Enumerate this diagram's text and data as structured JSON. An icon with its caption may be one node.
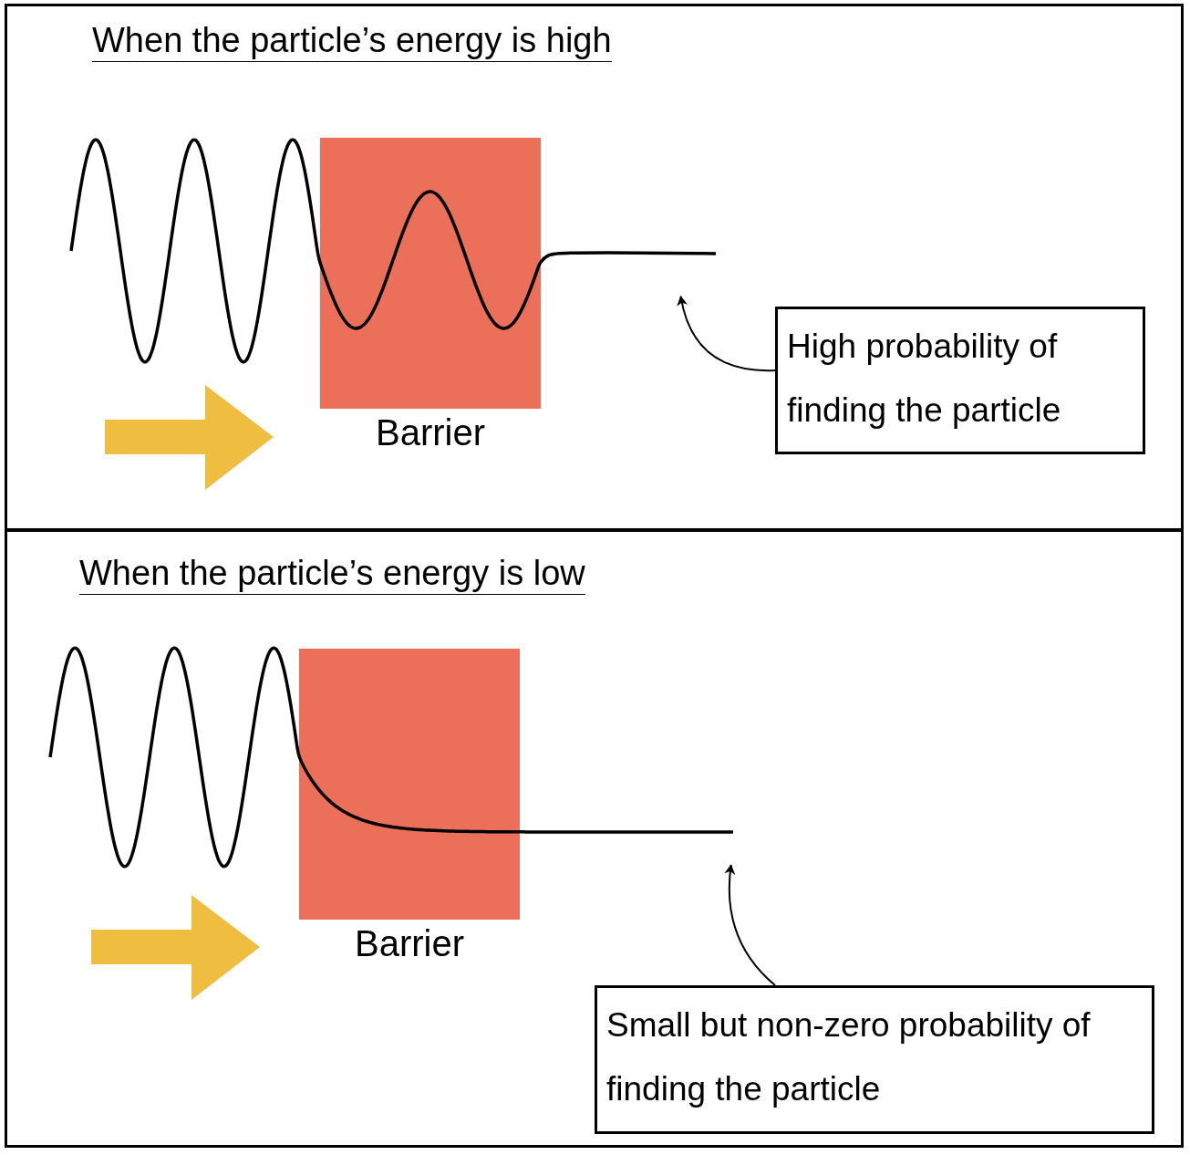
{
  "diagram": {
    "nodes": [
      {
        "text": [
          "When the particle’s energy is high"
        ]
      },
      {
        "text": [],
        "shape": "wave",
        "in": 0
      },
      {
        "text": [
          "Barrier"
        ],
        "in": 0
      },
      {
        "text": [
          "High probability of finding the particle"
        ],
        "in": 0
      },
      {
        "text": [
          "When the particle’s energy is low"
        ]
      },
      {
        "text": [],
        "shape": "wave",
        "in": 4
      },
      {
        "text": [
          "Barrier"
        ],
        "in": 4
      },
      {
        "text": [
          "Small but non-zero probability of finding the particle"
        ],
        "in": 4
      }
    ],
    "edges": [
      {
        "from": 3,
        "to": 1,
        "arrow": "to"
      },
      {
        "from": 7,
        "to": 5,
        "arrow": "to"
      }
    ]
  }
}
